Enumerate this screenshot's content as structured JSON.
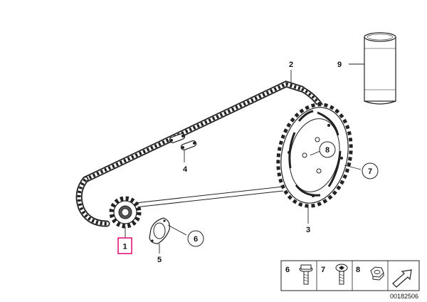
{
  "callouts": {
    "c1": "1",
    "c2": "2",
    "c3": "3",
    "c4": "4",
    "c5": "5",
    "c6": "6",
    "c7": "7",
    "c8": "8",
    "c9": "9"
  },
  "legend": {
    "n6": "6",
    "n7": "7",
    "n8": "8"
  },
  "diagram_code": "00182506",
  "colors": {
    "highlight": "#e0187a",
    "line": "#222222"
  },
  "icons": {
    "flange_bolt": "flange-bolt-icon",
    "torx_bolt": "torx-bolt-icon",
    "hex_nut": "hex-nut-icon",
    "arrow": "arrow-icon"
  }
}
